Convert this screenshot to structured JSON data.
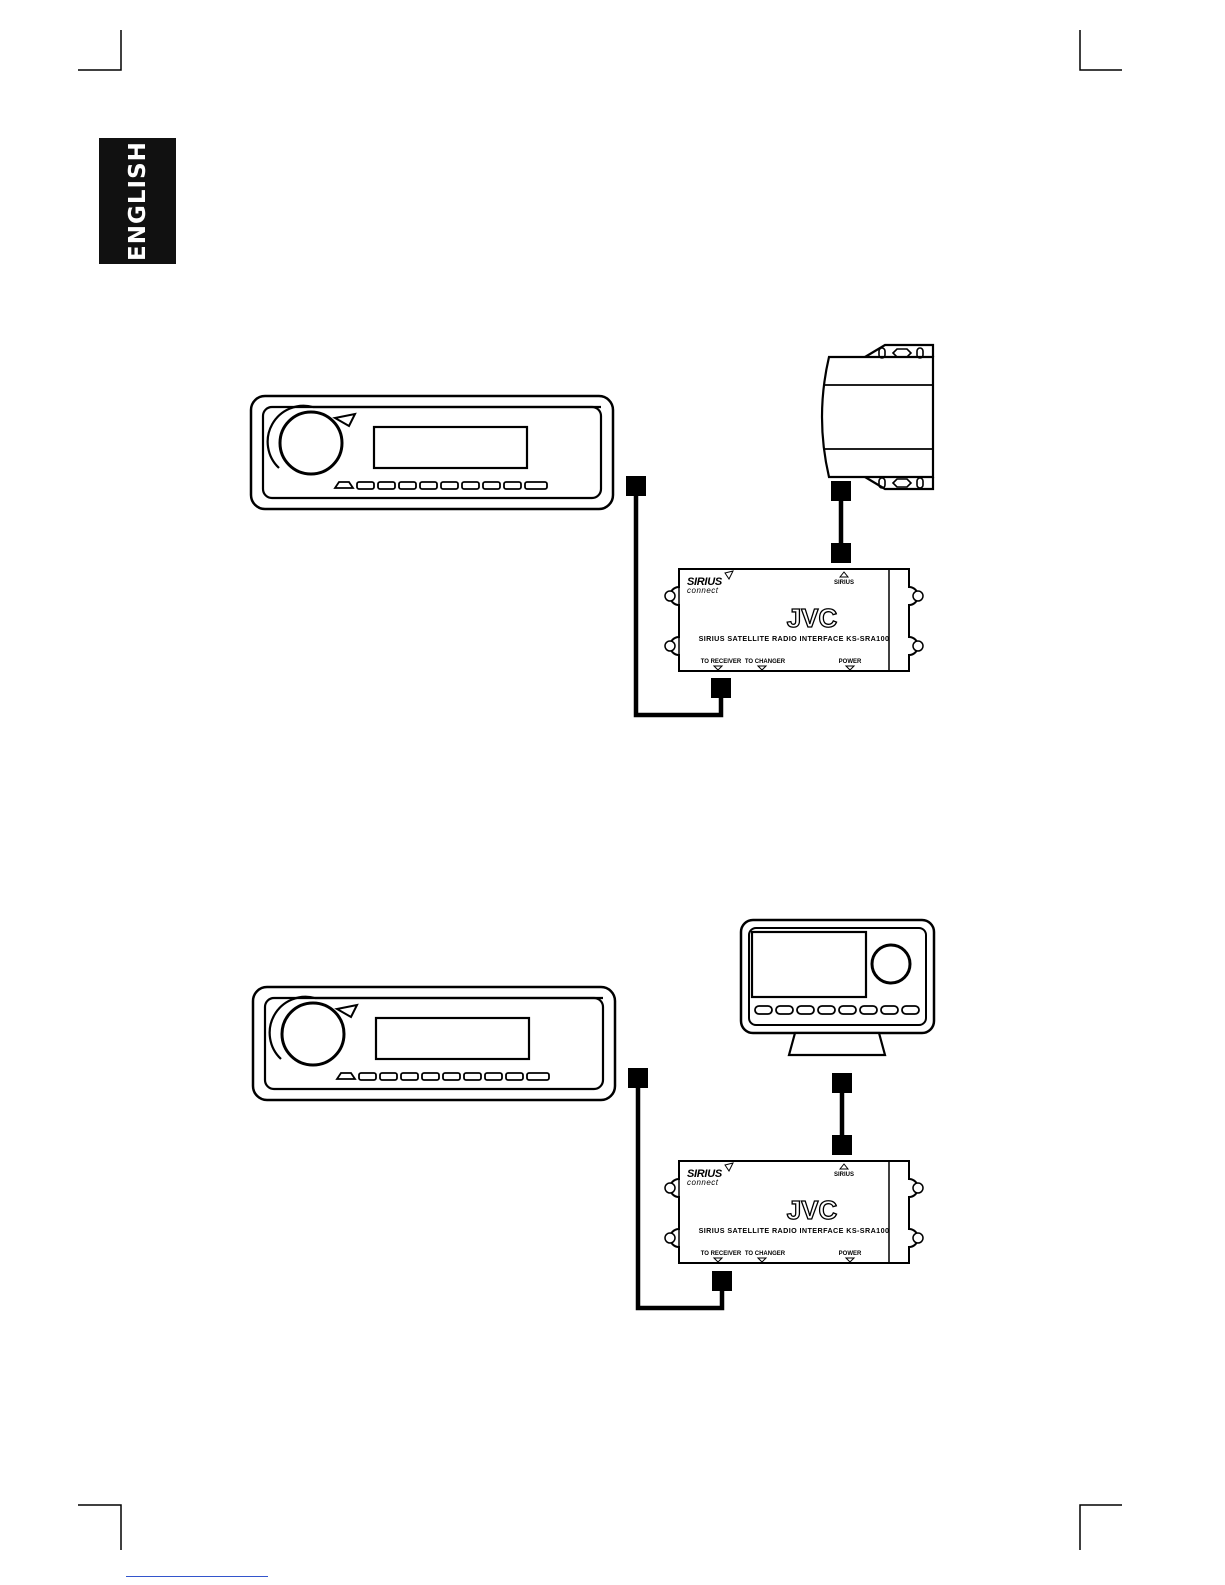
{
  "language_tab": "ENGLISH",
  "interface_labels": {
    "brand_top": "SIRIUS",
    "brand_bottom": "connect",
    "logo": "JVC",
    "model": "SIRIUS SATELLITE RADIO INTERFACE  KS-SRA100",
    "port_sirius": "SIRIUS",
    "port_receiver": "TO RECEIVER",
    "port_changer": "TO CHANGER",
    "port_power": "POWER"
  },
  "colors": {
    "ink": "#000000",
    "tab": "#111111",
    "paper": "#ffffff"
  }
}
